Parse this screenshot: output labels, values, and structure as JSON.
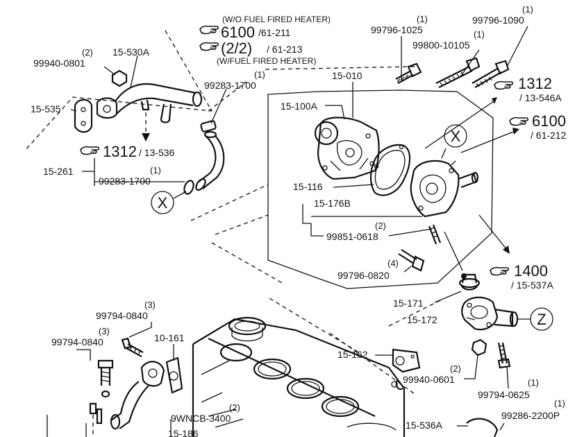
{
  "refs": {
    "wo_heater_note": "(W/O FUEL FIRED HEATER)",
    "w_heater_note": "(W/FUEL FIRED HEATER)",
    "ref_6100_top": "6100",
    "ref_6100_top_sub": "/61-211",
    "ref_22": "(2/2)",
    "ref_22_sub": "/ 61-213",
    "ref_1312_left": "1312",
    "ref_1312_left_sub": "/ 13-536",
    "ref_1312_right": "1312",
    "ref_1312_right_sub": "/ 13-546A",
    "ref_6100_right": "6100",
    "ref_6100_right_sub": "/ 61-212",
    "ref_1400": "1400",
    "ref_1400_sub": "/ 15-537A"
  },
  "parts": {
    "p99940_0801": "99940-0801",
    "q99940_0801": "(2)",
    "p15_530A": "15-530A",
    "p15_535": "15-535",
    "p99283_1700_top": "99283-1700",
    "q99283_1700_top": "(1)",
    "p15_261": "15-261",
    "p99283_1700_low": "99283-1700",
    "q99283_1700_low": "(1)",
    "p99796_1025": "99796-1025",
    "q99796_1025": "(1)",
    "p99800_10105": "99800-10105",
    "q99800_10105": "(1)",
    "p99796_1090": "99796-1090",
    "q99796_1090": "(1)",
    "p15_010": "15-010",
    "p15_100A": "15-100A",
    "p15_116": "15-116",
    "p15_176B": "15-176B",
    "p99851_0618": "99851-0618",
    "q99851_0618": "(2)",
    "p99796_0820": "99796-0820",
    "q99796_0820": "(4)",
    "p15_171": "15-171",
    "p15_172": "15-172",
    "p99794_0840_a": "99794-0840",
    "q99794_0840_a": "(3)",
    "p99794_0840_b": "99794-0840",
    "q99794_0840_b": "(3)",
    "p10_161": "10-161",
    "p15_162": "15-162",
    "p99940_0601": "99940-0601",
    "q99940_0601": "(2)",
    "p99794_0625": "99794-0625",
    "q99794_0625": "(1)",
    "p9WNCB_3400": "9WNCB-3400",
    "q9WNCB_3400": "(2)",
    "p15_186": "15-186",
    "p15_536A": "15-536A",
    "p99286_2200P": "99286-2200P",
    "q99286_2200P": "(1)"
  },
  "callouts": {
    "x_left": "X",
    "x_right": "X",
    "z": "Z"
  },
  "icons": [
    "hand-pointer-icon"
  ]
}
